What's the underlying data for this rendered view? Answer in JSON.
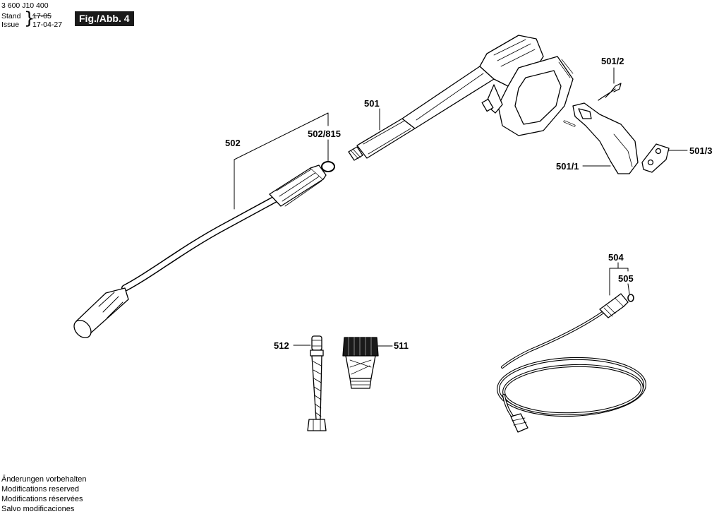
{
  "header": {
    "doc_number": "3 600 J10 400",
    "stand_label": "Stand",
    "issue_label": "Issue",
    "old_date": "17-05",
    "issue_date": "17-04-27",
    "figure_label": "Fig./Abb. 4"
  },
  "parts": {
    "p502": "502",
    "p502_815": "502/815",
    "p501": "501",
    "p501_1": "501/1",
    "p501_2": "501/2",
    "p501_3": "501/3",
    "p504": "504",
    "p505": "505",
    "p511": "511",
    "p512": "512"
  },
  "footer": {
    "de": "Änderungen vorbehalten",
    "en": "Modifications reserved",
    "fr": "Modifications réservées",
    "es": "Salvo modificaciones"
  }
}
